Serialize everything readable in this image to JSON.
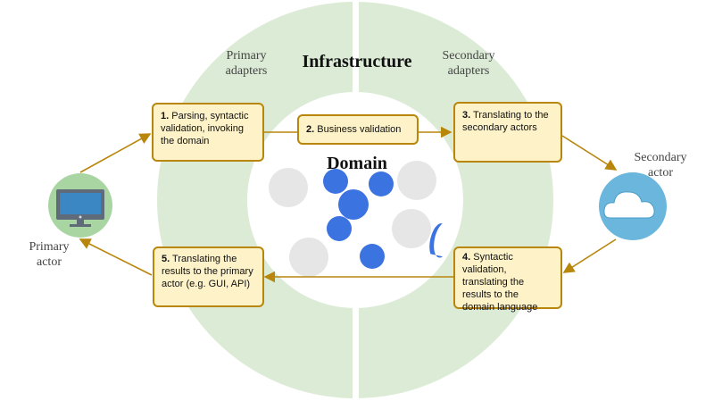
{
  "infrastructure_label": "Infrastructure",
  "domain_label": "Domain",
  "primary_adapters_label": "Primary\nadapters",
  "secondary_adapters_label": "Secondary\nadapters",
  "primary_actor_label": "Primary\nactor",
  "secondary_actor_label": "Secondary\nactor",
  "steps": [
    {
      "num": "1.",
      "text": "Parsing, syntactic validation, invoking the domain"
    },
    {
      "num": "2.",
      "text": "Business validation"
    },
    {
      "num": "3.",
      "text": "Translating to the secondary actors"
    },
    {
      "num": "4.",
      "text": "Syntactic validation, translating the results to the domain language"
    },
    {
      "num": "5.",
      "text": "Translating the results to the primary actor (e.g. GUI, API)"
    }
  ],
  "colors": {
    "ring": "#dcebd6",
    "box_fill": "#fdf2c8",
    "box_border": "#b8860b",
    "arrow": "#b8860b",
    "blue_dot": "#3b73e0",
    "gray_dot": "#e6e6e6",
    "monitor_circle": "#a8d5a2",
    "cloud_circle": "#6bb6dc"
  },
  "icons": [
    "monitor-icon",
    "cloud-icon"
  ]
}
